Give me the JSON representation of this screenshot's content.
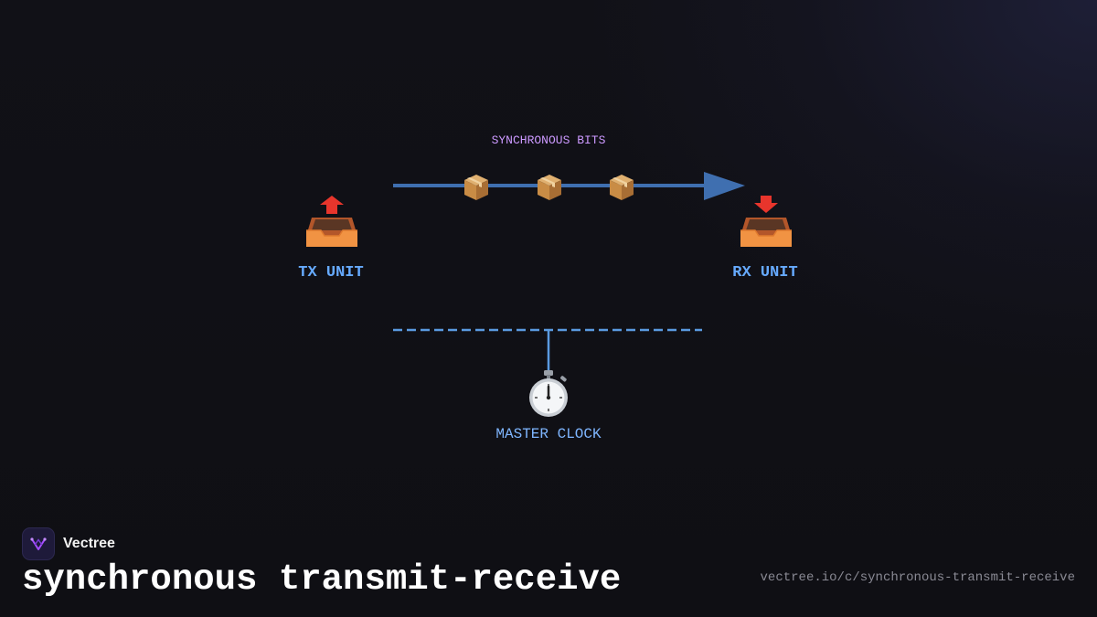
{
  "diagram": {
    "tx": {
      "label": "TX UNIT",
      "icon": "outbox-tray-icon"
    },
    "rx": {
      "label": "RX UNIT",
      "icon": "inbox-tray-icon"
    },
    "link": {
      "label": "SYNCHRONOUS BITS",
      "packets": [
        "package-icon",
        "package-icon",
        "package-icon"
      ]
    },
    "clock": {
      "label": "MASTER CLOCK",
      "icon": "stopwatch-icon"
    }
  },
  "footer": {
    "brand": "Vectree",
    "title": "synchronous transmit-receive",
    "url": "vectree.io/c/synchronous-transmit-receive"
  },
  "colors": {
    "link_line": "#3f6fb0",
    "unit_label": "#66aaff",
    "bits_label": "#cc99ff",
    "clock_line": "#5a9ae0",
    "background": "#101016"
  }
}
